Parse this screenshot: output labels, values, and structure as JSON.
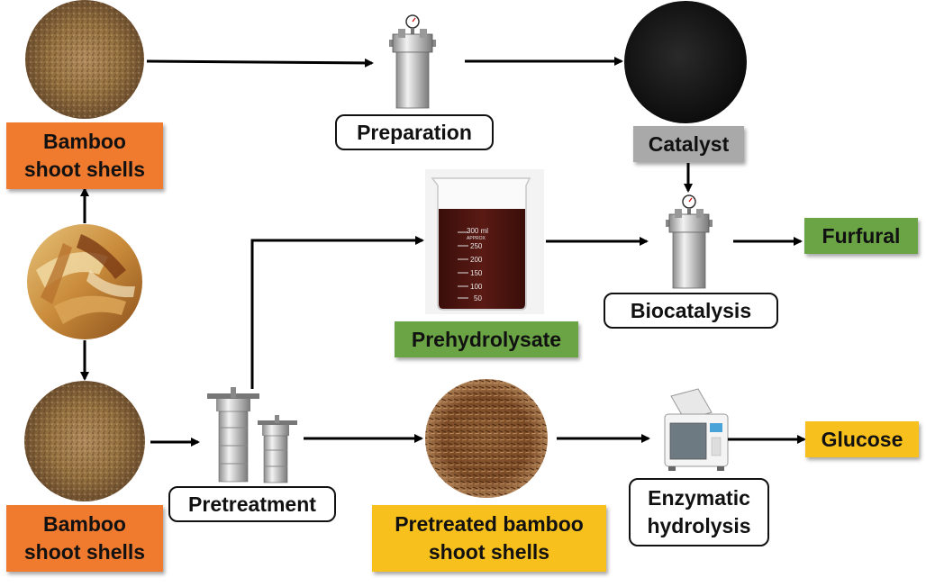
{
  "labels": {
    "bamboo_top": "Bamboo\nshoot shells",
    "bamboo_bottom": "Bamboo\nshoot shells",
    "preparation": "Preparation",
    "catalyst": "Catalyst",
    "prehydrolysate": "Prehydrolysate",
    "biocatalysis": "Biocatalysis",
    "furfural": "Furfural",
    "pretreatment": "Pretreatment",
    "pretreated": "Pretreated bamboo\nshoot shells",
    "enzymatic": "Enzymatic\nhydrolysis",
    "glucose": "Glucose"
  },
  "beaker": {
    "marks": [
      "300 ml",
      "APPROX",
      "250",
      "200",
      "150",
      "100",
      "50"
    ]
  },
  "icons": [
    "powder-image",
    "catalyst-image",
    "bamboo-shell-image",
    "autoclave-reactor-icon",
    "hydrothermal-reactor-icon",
    "beaker-image",
    "shaker-incubator-icon",
    "arrow-icon"
  ],
  "colors": {
    "orange": "#f07a2e",
    "green": "#6aa444",
    "yellow": "#f7c01c",
    "grey": "#a9a9a9",
    "liquor": "#4a1410",
    "powder": "#9a7044",
    "catalyst": "#151515"
  }
}
